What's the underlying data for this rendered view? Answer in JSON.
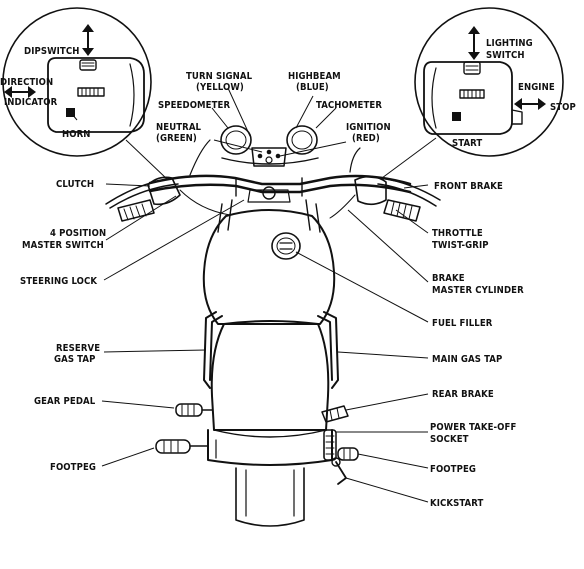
{
  "labels": {
    "dipswitch": "DIPSWITCH",
    "direction_indicator": [
      "DIRECTION",
      "INDICATOR"
    ],
    "horn": "HORN",
    "turn_signal": [
      "TURN SIGNAL",
      "(YELLOW)"
    ],
    "highbeam": [
      "HIGHBEAM",
      "(BLUE)"
    ],
    "speedometer": "SPEEDOMETER",
    "tachometer": "TACHOMETER",
    "neutral": [
      "NEUTRAL",
      "(GREEN)"
    ],
    "ignition": [
      "IGNITION",
      "(RED)"
    ],
    "lighting_switch": [
      "LIGHTING",
      "SWITCH"
    ],
    "engine": "ENGINE",
    "stop": "STOP",
    "start": "START",
    "clutch": "CLUTCH",
    "front_brake": "FRONT BRAKE",
    "master_switch": [
      "4 POSITION",
      "MASTER SWITCH"
    ],
    "throttle": [
      "THROTTLE",
      "TWIST-GRIP"
    ],
    "steering_lock": "STEERING LOCK",
    "brake_master_cylinder": [
      "BRAKE",
      "MASTER CYLINDER"
    ],
    "fuel_filler": "FUEL FILLER",
    "reserve_gas_tap": [
      "RESERVE",
      "GAS TAP"
    ],
    "main_gas_tap": "MAIN GAS TAP",
    "gear_pedal": "GEAR PEDAL",
    "rear_brake": "REAR BRAKE",
    "power_takeoff": [
      "POWER TAKE-OFF",
      "SOCKET"
    ],
    "footpeg_left": "FOOTPEG",
    "footpeg_right": "FOOTPEG",
    "kickstart": "KICKSTART"
  }
}
